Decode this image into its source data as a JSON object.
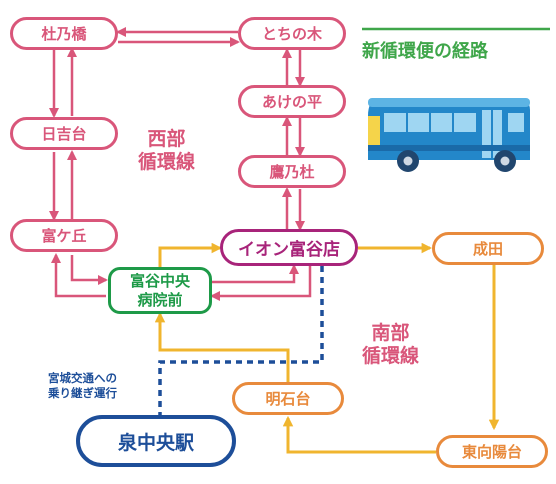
{
  "title": "新循環便の経路",
  "colors": {
    "west_line": "#d9567a",
    "south_line": "#f0b52e",
    "transfer_line": "#1d4e99",
    "hub": "#a8247a",
    "hospital": "#1e9a48",
    "south_stops": "#e88a3c",
    "title": "#3fa64a"
  },
  "stops": {
    "morinohashi": "杜乃橋",
    "tochinoki": "とちの木",
    "akenotaira": "あけの平",
    "takanosugi": "鷹乃杜",
    "hiyoshidai": "日吉台",
    "tomigaoka": "富ケ丘",
    "aeon": "イオン富谷店",
    "hospital_line1": "富谷中央",
    "hospital_line2": "病院前",
    "narita": "成田",
    "akashidai": "明石台",
    "higashimukaihinatadai": "東向陽台",
    "station": "泉中央駅"
  },
  "lines": {
    "west_line1": "西部",
    "west_line2": "循環線",
    "south_line1": "南部",
    "south_line2": "循環線"
  },
  "transfer_note_line1": "宮城交通への",
  "transfer_note_line2": "乗り継ぎ運行",
  "bus_icon": "bus-icon"
}
